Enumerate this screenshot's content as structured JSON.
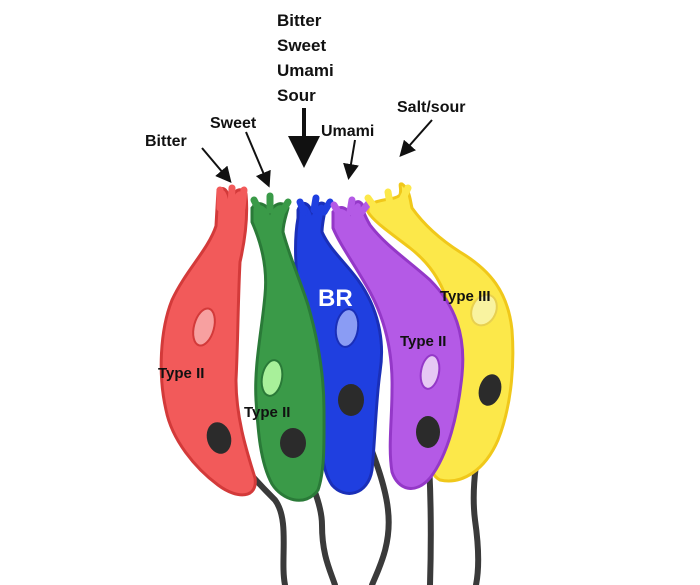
{
  "diagram": {
    "top_labels": {
      "center_stack": [
        "Bitter",
        "Sweet",
        "Umami",
        "Sour"
      ],
      "bitter": "Bitter",
      "sweet": "Sweet",
      "umami": "Umami",
      "salt_sour": "Salt/sour"
    },
    "cell_labels": {
      "red": "Type II",
      "green": "Type II",
      "blue": "BR",
      "purple": "Type II",
      "yellow": "Type III"
    },
    "colors": {
      "red_fill": "#f25a5a",
      "red_stroke": "#d33a3a",
      "green_fill": "#3a9a48",
      "green_stroke": "#2a7a38",
      "blue_fill": "#1f3fe0",
      "blue_stroke": "#1a2fb8",
      "purple_fill": "#b45ae6",
      "purple_stroke": "#9438c8",
      "yellow_fill": "#fce84a",
      "yellow_stroke": "#f0c81a",
      "nerve": "#3a3a3a",
      "ending": "#2b2b2b"
    }
  }
}
